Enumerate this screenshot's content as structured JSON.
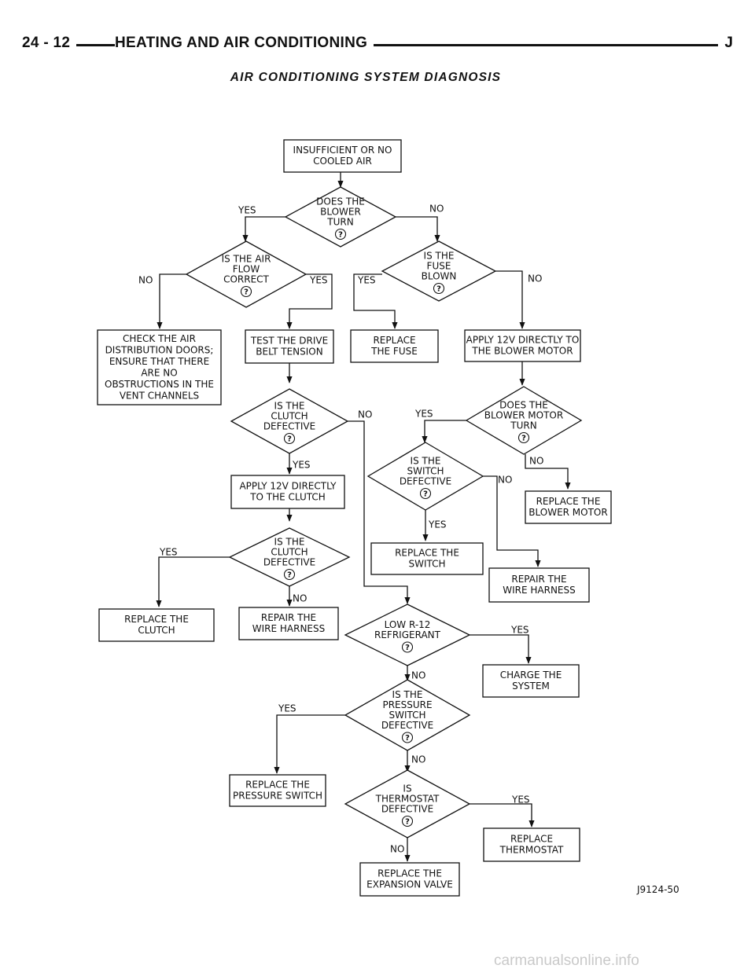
{
  "header": {
    "page_number": "24 - 12",
    "section_title": "HEATING AND AIR CONDITIONING",
    "letter": "J"
  },
  "title": "AIR CONDITIONING SYSTEM DIAGNOSIS",
  "figure_id": "J9124-50",
  "watermark": "carmanualsonline.info",
  "flowchart": {
    "start": [
      "INSUFFICIENT OR NO",
      "COOLED AIR"
    ],
    "decisions": {
      "blower_turn": [
        "DOES THE",
        "BLOWER",
        "TURN"
      ],
      "airflow": [
        "IS THE AIR",
        "FLOW",
        "CORRECT"
      ],
      "fuse": [
        "IS THE",
        "FUSE",
        "BLOWN"
      ],
      "clutch1": [
        "IS THE",
        "CLUTCH",
        "DEFECTIVE"
      ],
      "blower_motor": [
        "DOES THE",
        "BLOWER MOTOR",
        "TURN"
      ],
      "switch": [
        "IS THE",
        "SWITCH",
        "DEFECTIVE"
      ],
      "clutch2": [
        "IS THE",
        "CLUTCH",
        "DEFECTIVE"
      ],
      "low_r12": [
        "LOW R-12",
        "REFRIGERANT"
      ],
      "pressure_switch": [
        "IS THE",
        "PRESSURE",
        "SWITCH",
        "DEFECTIVE"
      ],
      "thermostat": [
        "IS",
        "THERMOSTAT",
        "DEFECTIVE"
      ]
    },
    "actions": {
      "check_doors": [
        "CHECK THE AIR",
        "DISTRIBUTION DOORS;",
        "ENSURE THAT THERE",
        "ARE NO",
        "OBSTRUCTIONS IN THE",
        "VENT CHANNELS"
      ],
      "belt": [
        "TEST THE DRIVE",
        "BELT TENSION"
      ],
      "replace_fuse": [
        "REPLACE",
        "THE FUSE"
      ],
      "apply_blower": [
        "APPLY 12V DIRECTLY TO",
        "THE BLOWER MOTOR"
      ],
      "apply_clutch": [
        "APPLY 12V DIRECTLY",
        "TO THE CLUTCH"
      ],
      "replace_blower": [
        "REPLACE THE",
        "BLOWER MOTOR"
      ],
      "replace_switch": [
        "REPLACE THE",
        "SWITCH"
      ],
      "repair_harness1": [
        "REPAIR THE",
        "WIRE HARNESS"
      ],
      "replace_clutch": [
        "REPLACE THE",
        "CLUTCH"
      ],
      "repair_harness2": [
        "REPAIR THE",
        "WIRE HARNESS"
      ],
      "charge": [
        "CHARGE THE",
        "SYSTEM"
      ],
      "replace_pressure": [
        "REPLACE THE",
        "PRESSURE SWITCH"
      ],
      "replace_thermostat": [
        "REPLACE",
        "THERMOSTAT"
      ],
      "replace_expansion": [
        "REPLACE THE",
        "EXPANSION VALVE"
      ]
    },
    "question_mark": "?",
    "labels": {
      "yes": "YES",
      "no": "NO"
    }
  }
}
